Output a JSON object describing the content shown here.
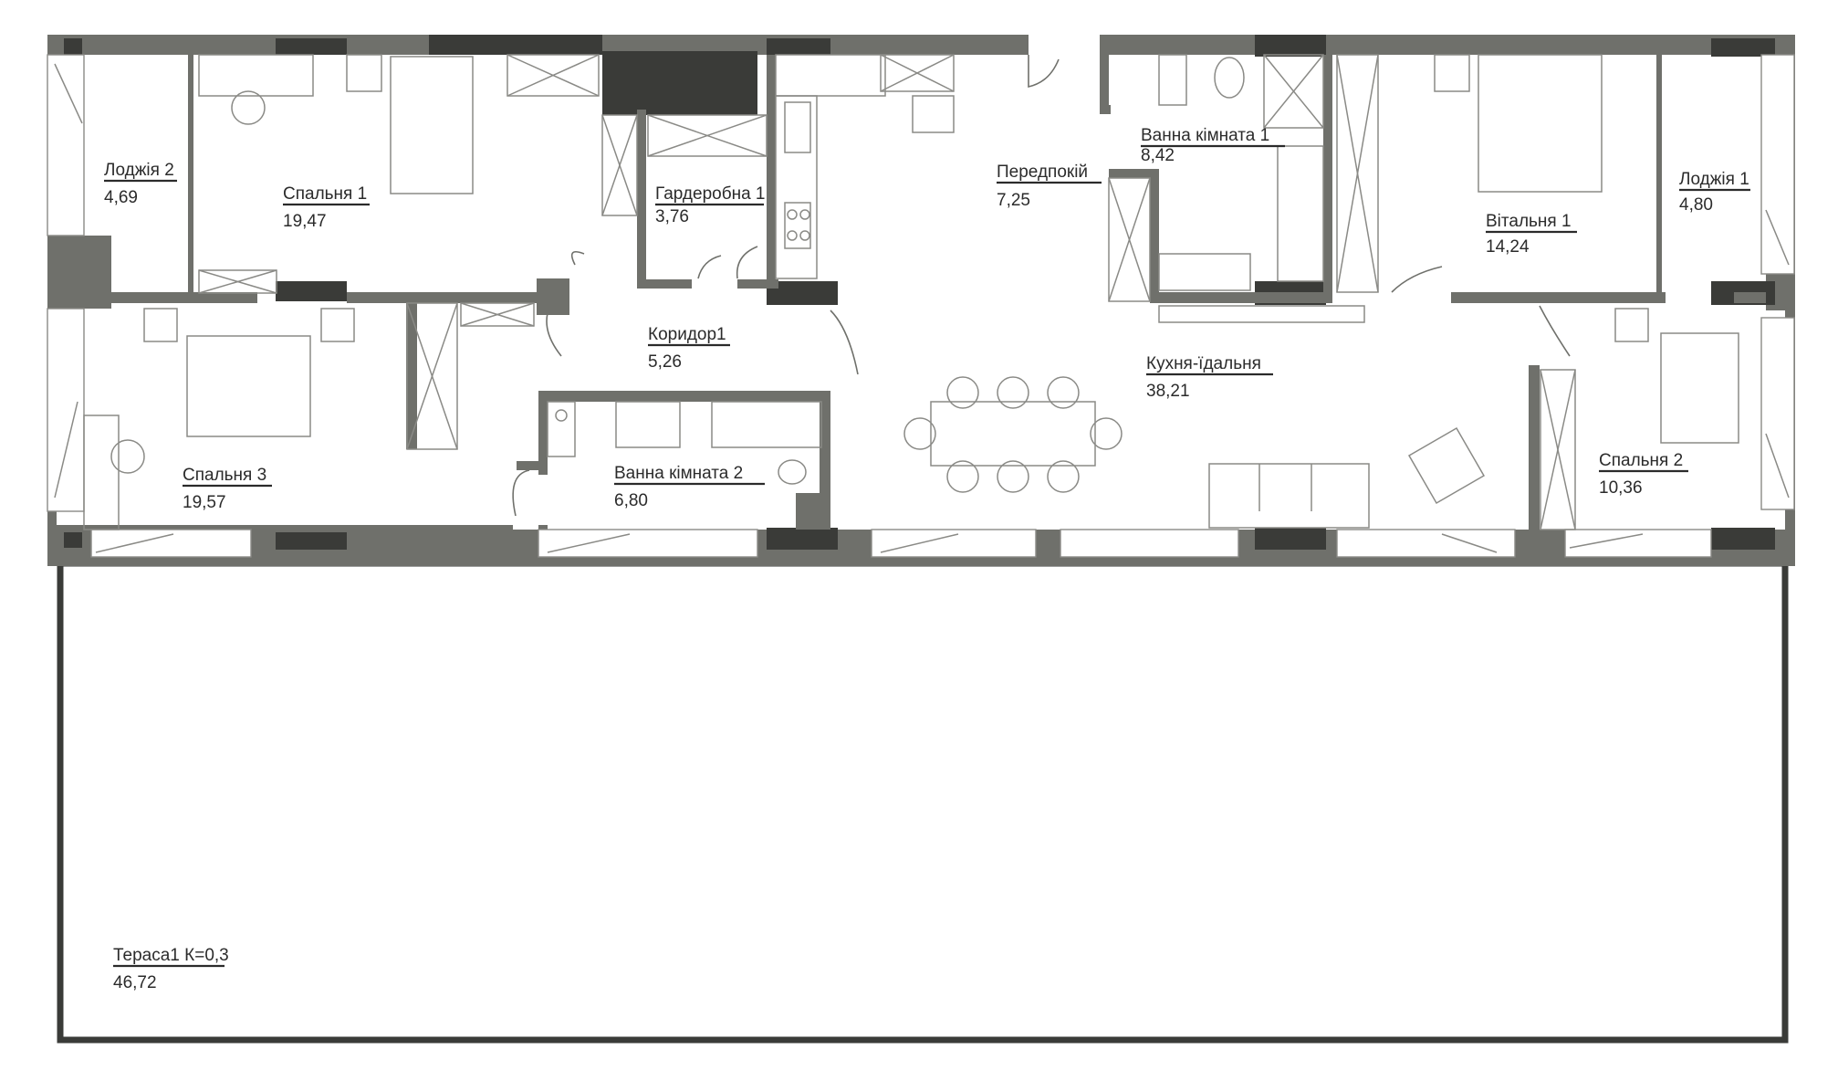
{
  "rooms": {
    "loggia2": {
      "name": "Лоджія 2",
      "area": "4,69"
    },
    "bedroom1": {
      "name": "Спальня 1",
      "area": "19,47"
    },
    "wardrobe1": {
      "name": "Гардеробна 1",
      "area": "3,76"
    },
    "hall": {
      "name": "Передпокій",
      "area": "7,25"
    },
    "bathroom1": {
      "name": "Ванна кімната 1",
      "area": "8,42"
    },
    "living1": {
      "name": "Вітальня 1",
      "area": "14,24"
    },
    "loggia1": {
      "name": "Лоджія 1",
      "area": "4,80"
    },
    "corridor1": {
      "name": "Коридор1",
      "area": "5,26"
    },
    "bedroom3": {
      "name": "Спальня 3",
      "area": "19,57"
    },
    "bathroom2": {
      "name": "Ванна кімната 2",
      "area": "6,80"
    },
    "kitchen": {
      "name": "Кухня-їдальня",
      "area": "38,21"
    },
    "bedroom2": {
      "name": "Спальня 2",
      "area": "10,36"
    },
    "terrace1": {
      "name": "Тераса1 К=0,3",
      "area": "46,72"
    }
  },
  "colors": {
    "wall": "#6f706b",
    "wall_dark": "#3a3b38",
    "furniture": "#8a8a86",
    "text": "#2b2b2b"
  }
}
